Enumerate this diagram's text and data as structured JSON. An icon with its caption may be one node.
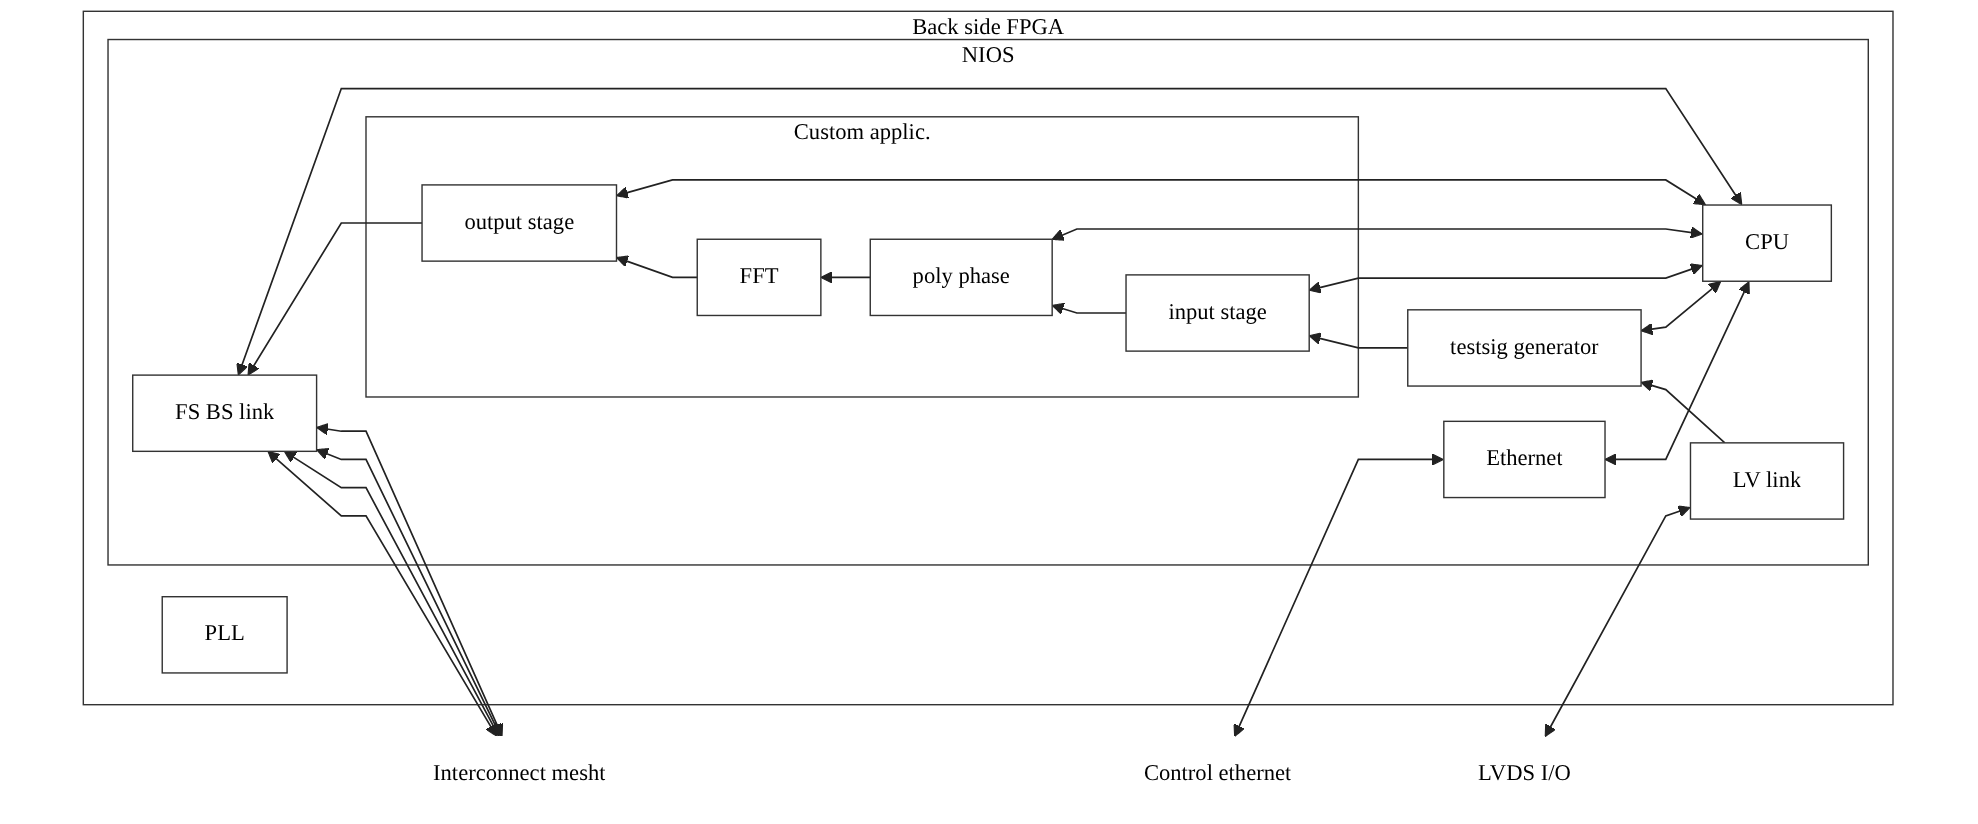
{
  "diagram": {
    "nodes": [
      {
        "text": [
          "Back side FPGA"
        ]
      },
      {
        "text": [
          "PLL"
        ],
        "in": 0
      },
      {
        "text": [
          "NIOS"
        ],
        "in": 0
      },
      {
        "text": [
          "FS BS link"
        ],
        "in": 2
      },
      {
        "text": [
          "Custom applic."
        ],
        "in": 2
      },
      {
        "text": [
          "output stage"
        ],
        "in": 4
      },
      {
        "text": [
          "FFT"
        ],
        "in": 4
      },
      {
        "text": [
          "poly phase"
        ],
        "in": 4
      },
      {
        "text": [
          "input stage"
        ],
        "in": 4
      },
      {
        "text": [
          "testsig generator"
        ],
        "in": 2
      },
      {
        "text": [
          "LV link"
        ],
        "in": 2
      },
      {
        "text": [
          "CPU"
        ],
        "in": 2
      },
      {
        "text": [
          "Ethernet"
        ],
        "in": 2
      },
      {
        "text": [
          "Interconnect mesht"
        ]
      },
      {
        "text": [
          "LVDS I/O"
        ]
      },
      {
        "text": [
          "Control ethernet"
        ]
      }
    ],
    "edges": [
      {
        "from": 13,
        "to": 3,
        "arrow": "both"
      },
      {
        "from": 13,
        "to": 3,
        "arrow": "both"
      },
      {
        "from": 13,
        "to": 3,
        "arrow": "both"
      },
      {
        "from": 13,
        "to": 3,
        "arrow": "both"
      },
      {
        "from": 5,
        "to": 3,
        "arrow": "to"
      },
      {
        "from": 6,
        "to": 5,
        "arrow": "to"
      },
      {
        "from": 7,
        "to": 6,
        "arrow": "to"
      },
      {
        "from": 8,
        "to": 7,
        "arrow": "to"
      },
      {
        "from": 9,
        "to": 8,
        "arrow": "to"
      },
      {
        "from": 10,
        "to": 9,
        "arrow": "to"
      },
      {
        "from": 10,
        "to": 14,
        "arrow": "both"
      },
      {
        "from": 11,
        "to": 3,
        "arrow": "both"
      },
      {
        "from": 11,
        "to": 12,
        "arrow": "both"
      },
      {
        "from": 11,
        "to": 5,
        "arrow": "both"
      },
      {
        "from": 11,
        "to": 7,
        "arrow": "both"
      },
      {
        "from": 11,
        "to": 8,
        "arrow": "both"
      },
      {
        "from": 11,
        "to": 9,
        "arrow": "both"
      },
      {
        "from": 12,
        "to": 15,
        "arrow": "both"
      }
    ]
  }
}
